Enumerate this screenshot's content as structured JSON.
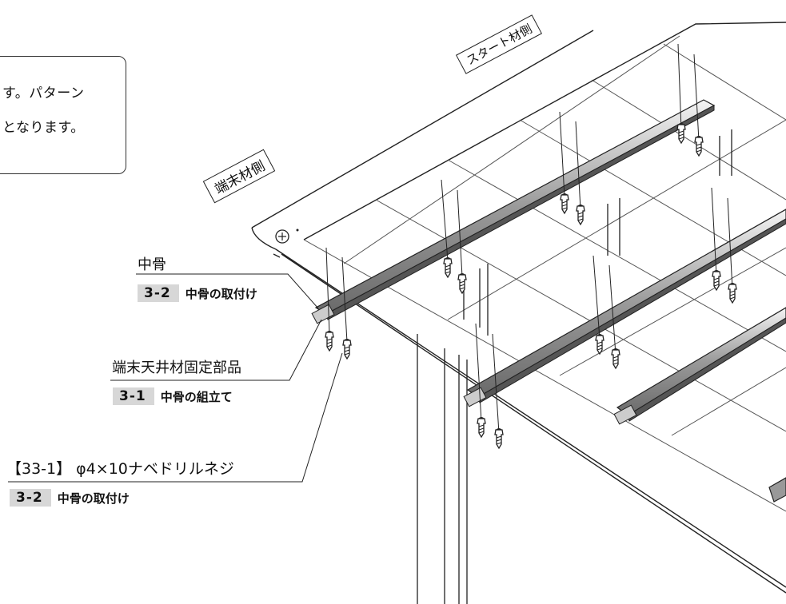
{
  "note": {
    "line1": "す。パターン",
    "line2": "となります。"
  },
  "tags": {
    "start_side": "スタート材側",
    "end_side": "端末材側"
  },
  "callouts": {
    "nakabone": {
      "label": "中骨",
      "ref_num": "3-2",
      "ref_text": "中骨の取付け"
    },
    "end_part": {
      "label": "端末天井材固定部品",
      "ref_num": "3-1",
      "ref_text": "中骨の組立て"
    },
    "screw": {
      "label": "【33-1】 φ4×10ナベドリルネジ",
      "ref_num": "3-2",
      "ref_text": "中骨の取付け"
    }
  }
}
